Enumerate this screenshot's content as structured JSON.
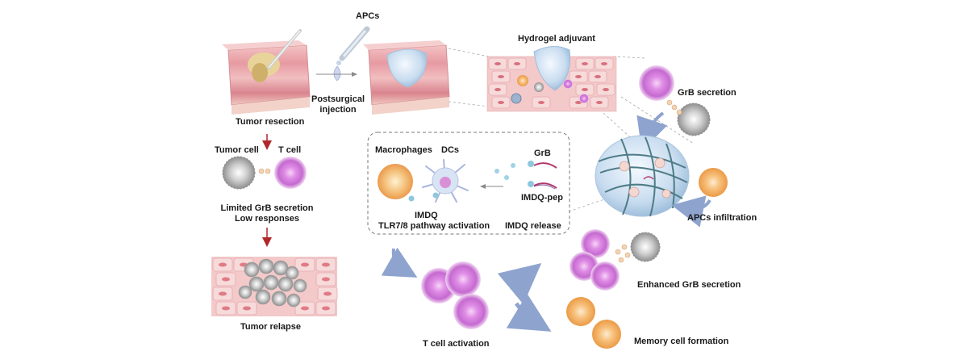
{
  "labels": {
    "apcs": "APCs",
    "hydrogel_adjuvant": "Hydrogel adjuvant",
    "tumor_resection": "Tumor resection",
    "postsurgical_line1": "Postsurgical",
    "postsurgical_line2": "injection",
    "grb_secretion": "GrB secretion",
    "tumor_cell": "Tumor cell",
    "t_cell": "T cell",
    "limited_line1": "Limited GrB secretion",
    "limited_line2": "Low responses",
    "tumor_relapse": "Tumor relapse",
    "macrophages": "Macrophages",
    "dcs": "DCs",
    "grb": "GrB",
    "imdq_pep": "IMDQ-pep",
    "imdq": "IMDQ",
    "tlr": "TLR7/8 pathway activation",
    "imdq_release": "IMDQ release",
    "apcs_infiltration": "APCs  infiltration",
    "enhanced_grb": "Enhanced GrB secretion",
    "t_cell_activation": "T cell activation",
    "memory_cell": "Memory cell formation"
  },
  "colors": {
    "tissue_pink": "#e8a0a8",
    "tissue_dark": "#c9707c",
    "cell_purple": "#d56bdc",
    "cell_gray": "#9c9c9c",
    "cell_orange": "#f0a64a",
    "gel_blue": "#b7d3ea",
    "arrow_blue": "#8ea4cf",
    "arrow_red": "#b0282c",
    "fiber": "#4e7c86"
  }
}
